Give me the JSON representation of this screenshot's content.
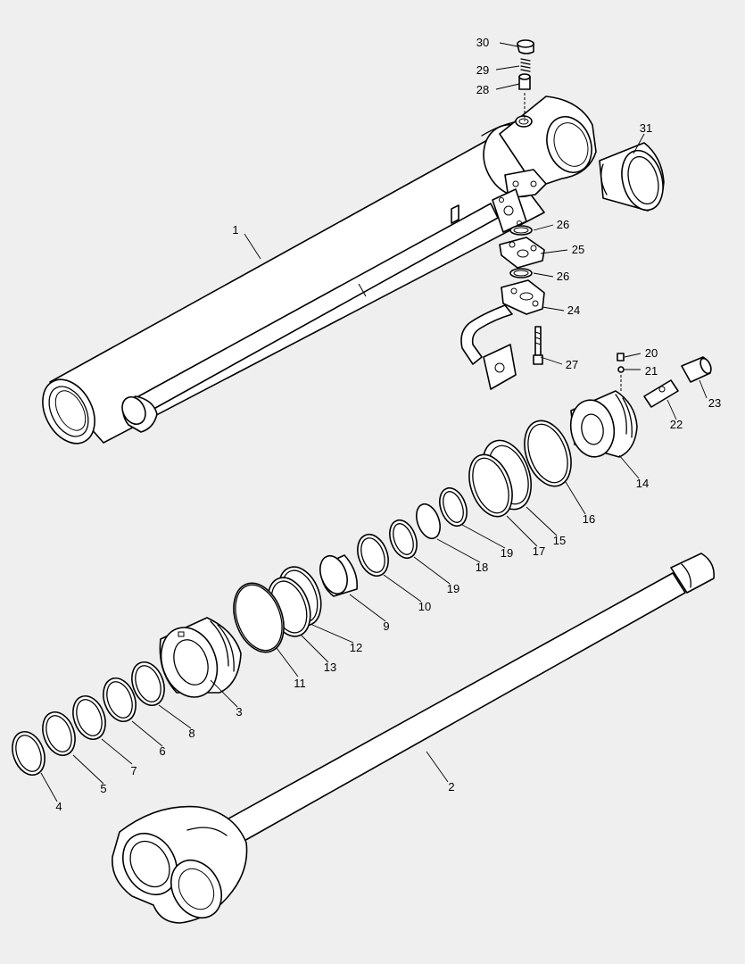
{
  "diagram": {
    "callouts": [
      {
        "id": "1",
        "label": "1"
      },
      {
        "id": "2",
        "label": "2"
      },
      {
        "id": "3",
        "label": "3"
      },
      {
        "id": "4",
        "label": "4"
      },
      {
        "id": "5",
        "label": "5"
      },
      {
        "id": "6",
        "label": "6"
      },
      {
        "id": "7",
        "label": "7"
      },
      {
        "id": "8",
        "label": "8"
      },
      {
        "id": "9",
        "label": "9"
      },
      {
        "id": "10",
        "label": "10"
      },
      {
        "id": "11",
        "label": "11"
      },
      {
        "id": "12",
        "label": "12"
      },
      {
        "id": "13",
        "label": "13"
      },
      {
        "id": "14",
        "label": "14"
      },
      {
        "id": "15",
        "label": "15"
      },
      {
        "id": "16",
        "label": "16"
      },
      {
        "id": "17",
        "label": "17"
      },
      {
        "id": "18",
        "label": "18"
      },
      {
        "id": "19a",
        "label": "19"
      },
      {
        "id": "19b",
        "label": "19"
      },
      {
        "id": "20",
        "label": "20"
      },
      {
        "id": "21",
        "label": "21"
      },
      {
        "id": "22",
        "label": "22"
      },
      {
        "id": "23",
        "label": "23"
      },
      {
        "id": "24",
        "label": "24"
      },
      {
        "id": "25",
        "label": "25"
      },
      {
        "id": "26a",
        "label": "26"
      },
      {
        "id": "26b",
        "label": "26"
      },
      {
        "id": "27",
        "label": "27"
      },
      {
        "id": "28",
        "label": "28"
      },
      {
        "id": "29",
        "label": "29"
      },
      {
        "id": "30",
        "label": "30"
      },
      {
        "id": "31",
        "label": "31"
      }
    ]
  }
}
